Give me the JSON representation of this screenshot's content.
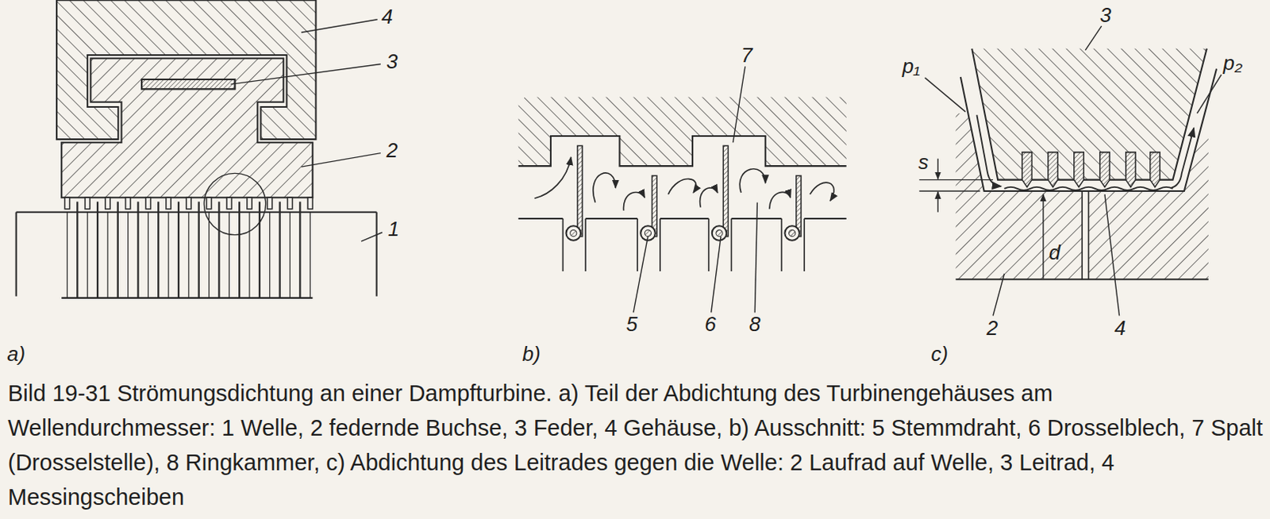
{
  "diagram": {
    "caption": "Bild 19-31 Strömungsdichtung an einer Dampfturbine. a) Teil der Abdichtung des Turbinengehäuses am Wellendurchmesser: 1 Welle, 2 federnde Buchse, 3 Feder, 4 Gehäuse, b) Ausschnitt: 5 Stemmdraht, 6 Drosselblech, 7 Spalt (Drosselstelle), 8 Ringkammer, c) Abdichtung des Leitrades gegen die Welle: 2 Laufrad auf Welle, 3 Leitrad, 4 Messingscheiben",
    "labels": [
      "4",
      "3",
      "2",
      "1",
      "a)",
      "7",
      "5",
      "6",
      "8",
      "b)",
      "3",
      "p₁",
      "p₂",
      "s",
      "d",
      "2",
      "4",
      "c)"
    ]
  }
}
